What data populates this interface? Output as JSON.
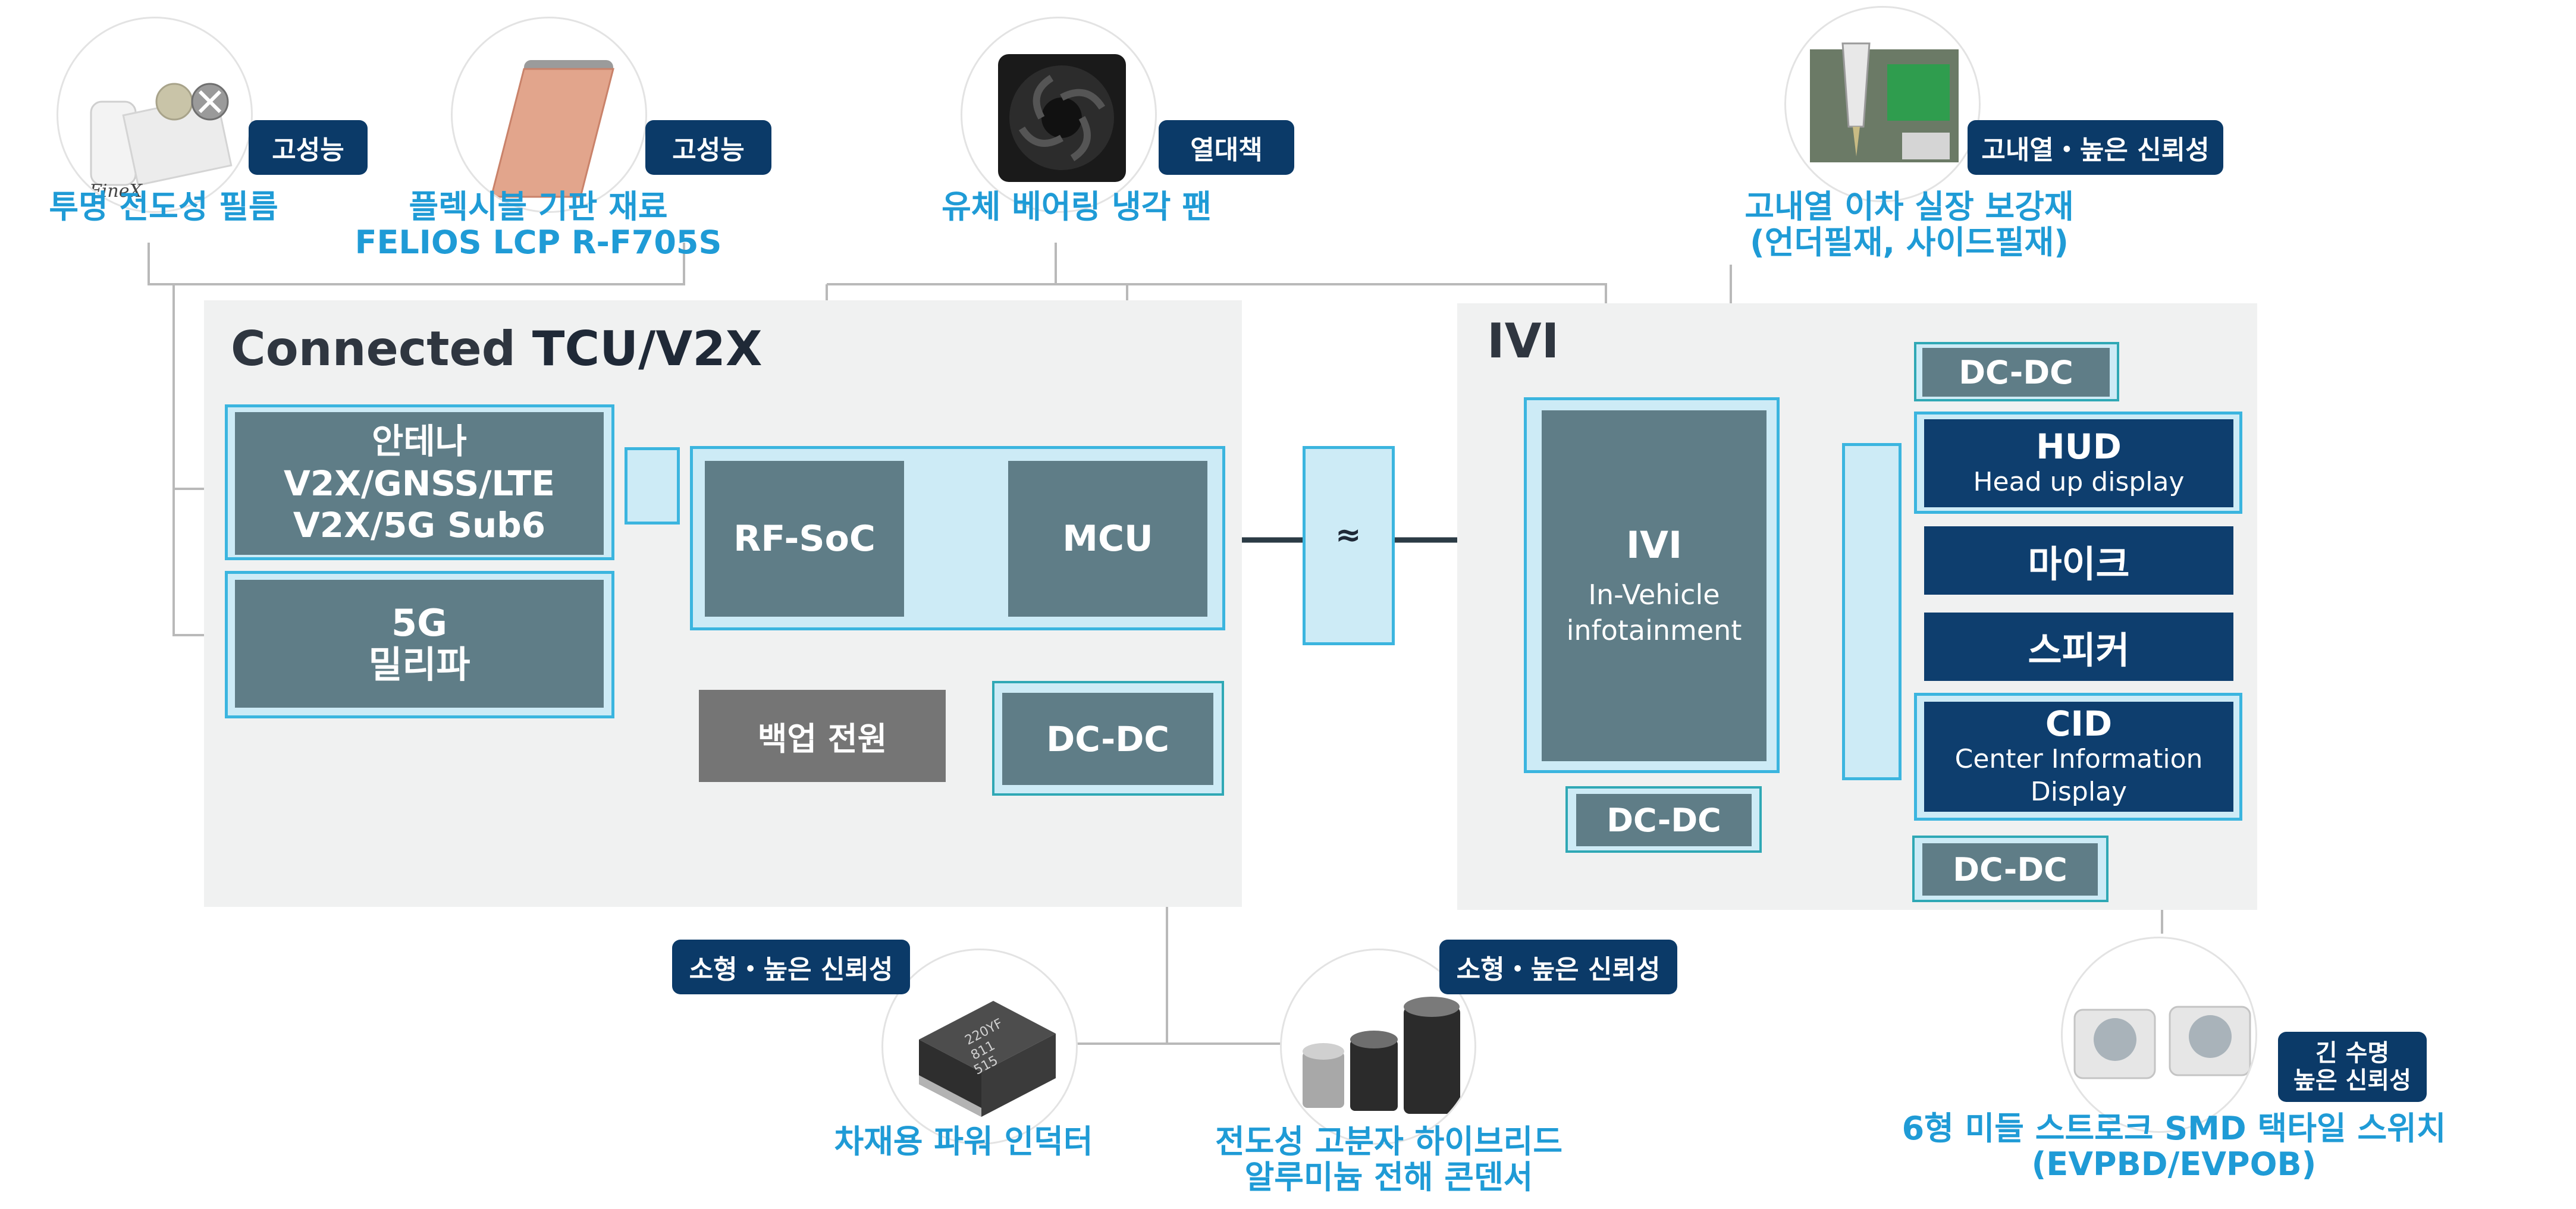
{
  "colors": {
    "accent_blue": "#1f9bd6",
    "navy": "#0b3a68",
    "block_gray": "#5f7d87",
    "highlight": "#cdebf6",
    "panel": "#f0f1f1"
  },
  "panels": {
    "tcu_title_a": "Connected ",
    "tcu_title_b": "TCU/V2X",
    "ivi_title": "IVI"
  },
  "tcu": {
    "antenna_line1": "안테나",
    "antenna_line2": "V2X/GNSS/LTE",
    "antenna_line3": "V2X/5G Sub6",
    "mmwave_line1": "5G",
    "mmwave_line2": "밀리파",
    "rfsoc": "RF-SoC",
    "mcu": "MCU",
    "backup_power": "백업 전원",
    "dcdc": "DC-DC"
  },
  "ivi": {
    "main_title": "IVI",
    "main_sub1": "In-Vehicle",
    "main_sub2": "infotainment",
    "dcdc_bottom": "DC-DC",
    "dcdc_top_right": "DC-DC",
    "hud_title": "HUD",
    "hud_sub": "Head up display",
    "mic": "마이크",
    "speaker": "스피커",
    "cid_title": "CID",
    "cid_sub1": "Center Information",
    "cid_sub2": "Display",
    "dcdc_bottom_right": "DC-DC"
  },
  "connector_symbol": "≈",
  "components": [
    {
      "icon": "transparent-film-icon",
      "badge": "고성능",
      "label_lines": [
        "투명 전도성 필름"
      ],
      "brand": "FineX"
    },
    {
      "icon": "flexible-substrate-icon",
      "badge": "고성능",
      "label_lines": [
        "플렉시블 기판 재료",
        "FELIOS LCP R-F705S"
      ]
    },
    {
      "icon": "cooling-fan-icon",
      "badge": "열대책",
      "label_lines": [
        "유체 베어링 냉각 팬"
      ]
    },
    {
      "icon": "underfill-icon",
      "badge": "고내열・높은 신뢰성",
      "label_lines": [
        "고내열 이차 실장 보강재",
        "(언더필재,  사이드필재)"
      ]
    },
    {
      "icon": "power-inductor-icon",
      "badge": "소형・높은 신뢰성",
      "label_lines": [
        "차재용 파워 인덕터"
      ],
      "markings": [
        "220YF",
        "811",
        "515"
      ]
    },
    {
      "icon": "hybrid-capacitor-icon",
      "badge": "소형・높은 신뢰성",
      "label_lines": [
        "전도성 고분자 하이브리드",
        "알루미늄 전해 콘덴서"
      ]
    },
    {
      "icon": "tactile-switch-icon",
      "badge_lines": [
        "긴 수명",
        "높은 신뢰성"
      ],
      "label_lines": [
        "6형 미들 스트로크 SMD 택타일 스위치",
        "(EVPBD/EVPOB)"
      ]
    }
  ]
}
